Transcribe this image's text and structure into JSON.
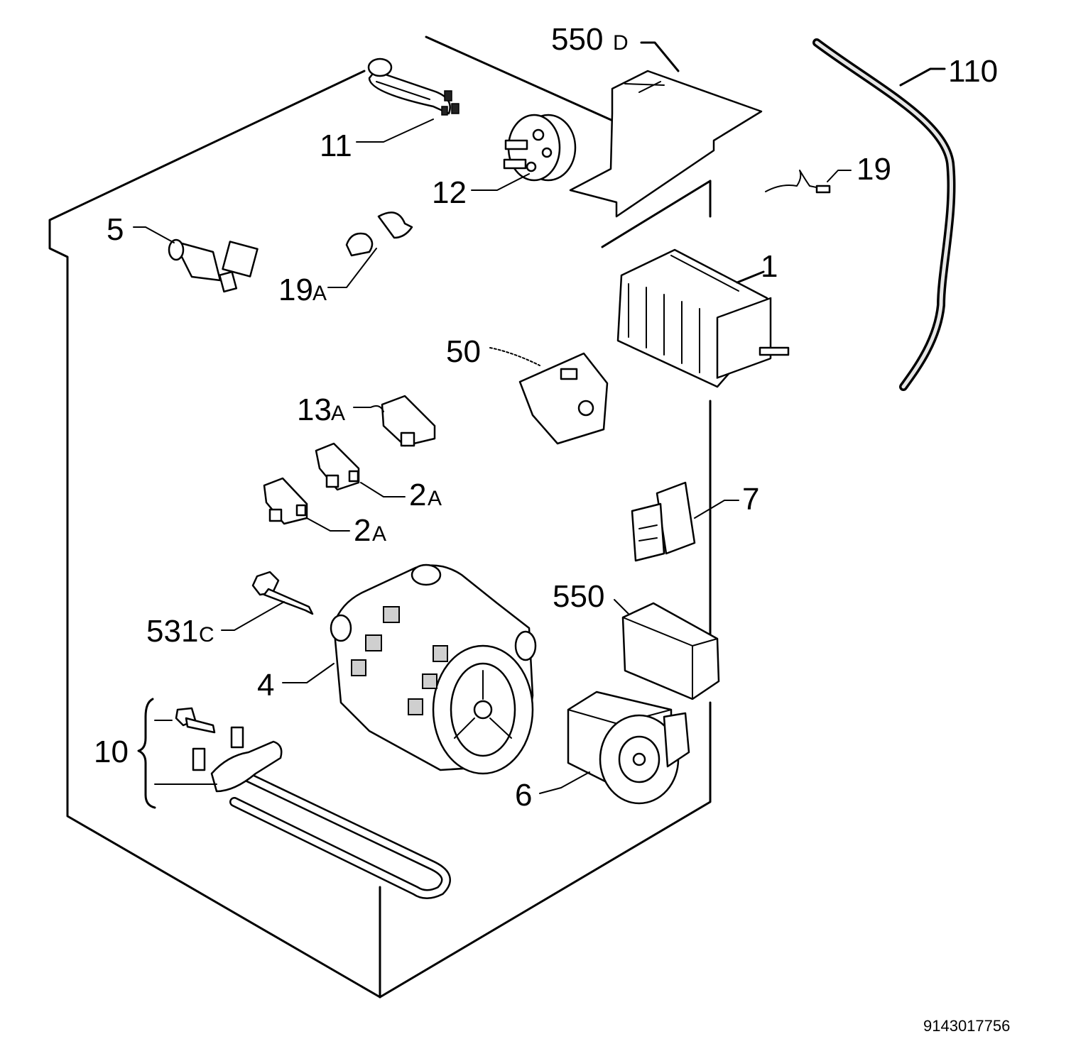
{
  "callouts": [
    {
      "id": "1",
      "num": "1",
      "suffix": ""
    },
    {
      "id": "2a-upper",
      "num": "2",
      "suffix": "A"
    },
    {
      "id": "2a-lower",
      "num": "2",
      "suffix": "A"
    },
    {
      "id": "4",
      "num": "4",
      "suffix": ""
    },
    {
      "id": "5",
      "num": "5",
      "suffix": ""
    },
    {
      "id": "6",
      "num": "6",
      "suffix": ""
    },
    {
      "id": "7",
      "num": "7",
      "suffix": ""
    },
    {
      "id": "10",
      "num": "10",
      "suffix": ""
    },
    {
      "id": "11",
      "num": "11",
      "suffix": ""
    },
    {
      "id": "12",
      "num": "12",
      "suffix": ""
    },
    {
      "id": "13a",
      "num": "13",
      "suffix": "A"
    },
    {
      "id": "19",
      "num": "19",
      "suffix": ""
    },
    {
      "id": "19a",
      "num": "19",
      "suffix": "A"
    },
    {
      "id": "50",
      "num": "50",
      "suffix": ""
    },
    {
      "id": "110",
      "num": "110",
      "suffix": ""
    },
    {
      "id": "531c",
      "num": "531",
      "suffix": "C"
    },
    {
      "id": "550",
      "num": "550",
      "suffix": ""
    },
    {
      "id": "550d",
      "num": "550",
      "suffix": "D"
    }
  ],
  "document_id": "9143017756"
}
